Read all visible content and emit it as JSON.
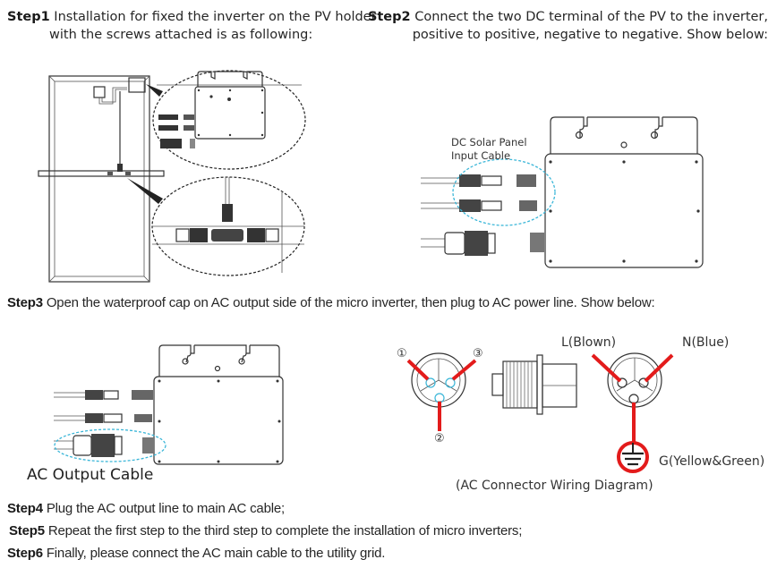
{
  "steps": {
    "step1": {
      "label": "Step1",
      "line1": "Installation for fixed the inverter on the PV holder",
      "line2": "with the screws attached is as following:"
    },
    "step2": {
      "label": "Step2",
      "line1": "Connect the two DC terminal of the PV to the inverter,",
      "line2": "positive to positive, negative to negative. Show below:"
    },
    "step3": {
      "label": "Step3",
      "text": "Open the waterproof cap on AC output side of the micro inverter, then plug to AC power line. Show below:"
    },
    "step4": {
      "label": "Step4",
      "text": "Plug the AC output line to main AC cable;"
    },
    "step5": {
      "label": "Step5",
      "text": "Repeat the first step to the third step to complete the installation of micro inverters;"
    },
    "step6": {
      "label": "Step6",
      "text": "Finally, please connect the AC main cable to the utility grid."
    }
  },
  "figures": {
    "dc_input_label_line1": "DC Solar Panel",
    "dc_input_label_line2": "Input Cable",
    "ac_output_label": "AC Output Cable",
    "pin1": "①",
    "pin2": "②",
    "pin3": "③",
    "live_label": "L(Blown)",
    "neutral_label": "N(Blue)",
    "ground_label": "G(Yellow&Green)",
    "wiring_caption": "(AC Connector Wiring Diagram)"
  },
  "colors": {
    "highlight_blue": "#3ab6d8",
    "wire_red": "#e31b1b"
  }
}
